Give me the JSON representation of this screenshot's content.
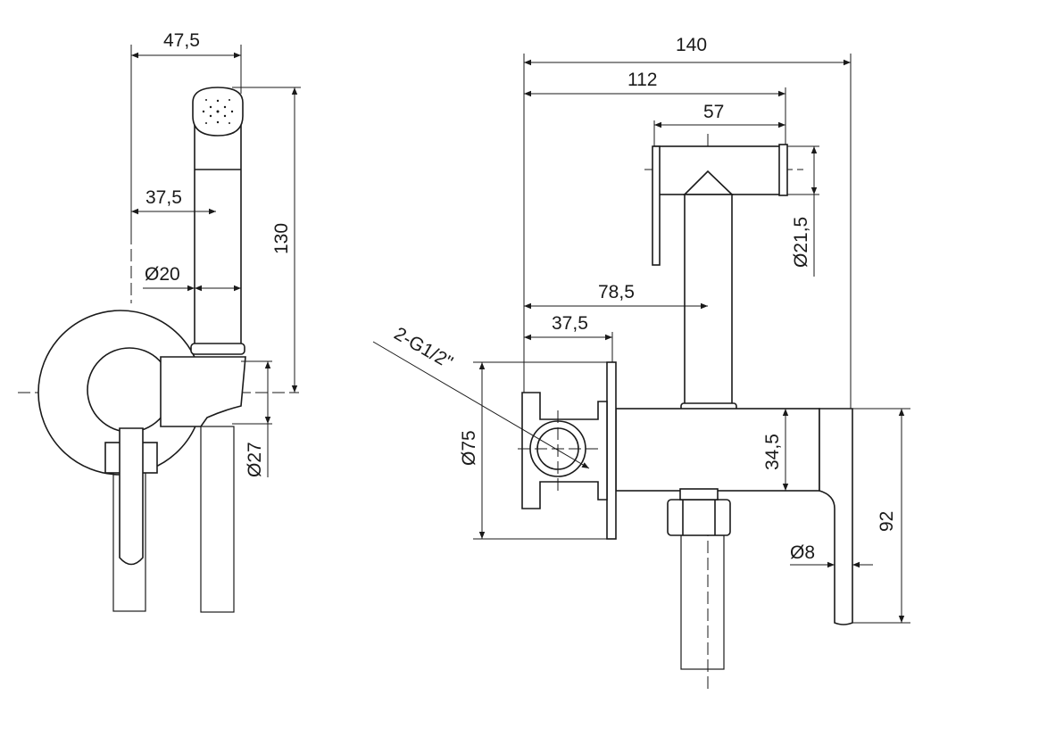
{
  "left_view": {
    "width_overall": "47,5",
    "axis_offset": "37,5",
    "handle_diameter": "Ø20",
    "height": "130",
    "holder_diameter": "Ø27"
  },
  "right_view": {
    "depth_overall": "140",
    "depth_to_head": "112",
    "head_length": "57",
    "head_diameter": "Ø21,5",
    "axis_to_stem": "78,5",
    "axis_to_plate": "37,5",
    "thread": "2-G1/2\"",
    "plate_diameter": "Ø75",
    "body_height": "34,5",
    "lever_height": "92",
    "lever_thickness": "Ø8"
  },
  "colors": {
    "line": "#1a1a1a",
    "background": "#ffffff"
  }
}
